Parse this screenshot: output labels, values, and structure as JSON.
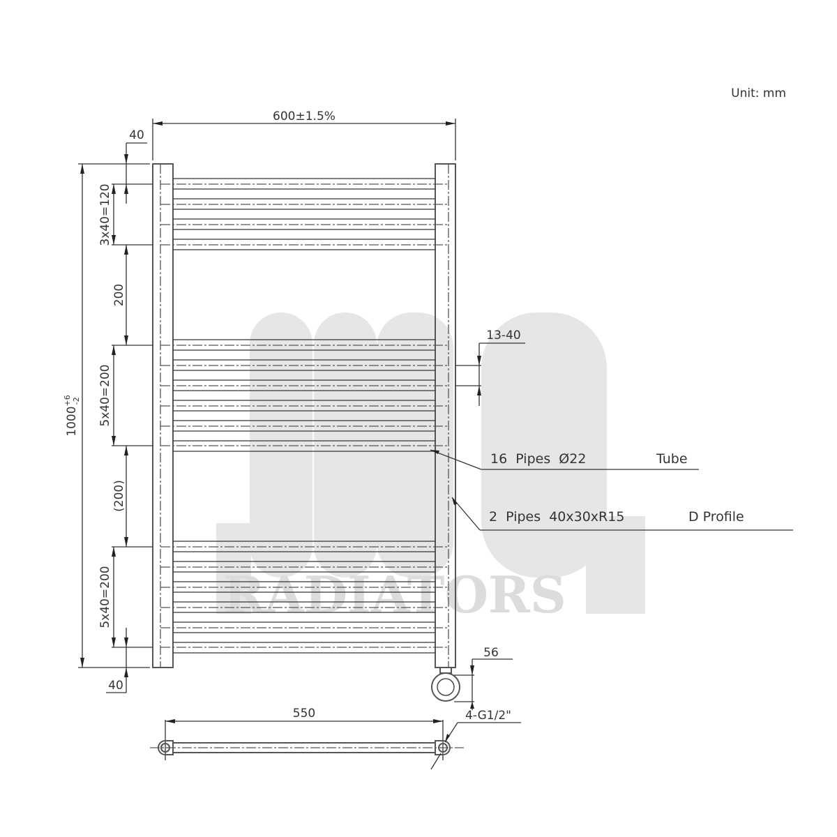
{
  "unit_label": "Unit: mm",
  "dimensions": {
    "width": "600±1.5%",
    "height_base": "1000",
    "height_tol_plus": "+6",
    "height_tol_minus": "-2",
    "top_offset": "40",
    "bottom_offset": "40",
    "group_top": "3x40=120",
    "gap_upper": "200",
    "group_mid": "5x40=200",
    "gap_lower": "(200)",
    "group_bottom": "5x40=200",
    "wall_gap": "13-40",
    "valve_depth": "56",
    "centers": "550",
    "connections": "4-G1/2\""
  },
  "callouts": {
    "tubes": {
      "count_label": "16  Pipes  Ø22",
      "type_label": "Tube"
    },
    "rails": {
      "count_label": "2  Pipes  40x30xR15",
      "type_label": "D Profile"
    }
  },
  "watermark": {
    "brand": "NRG",
    "sub": "RADIATORS"
  }
}
